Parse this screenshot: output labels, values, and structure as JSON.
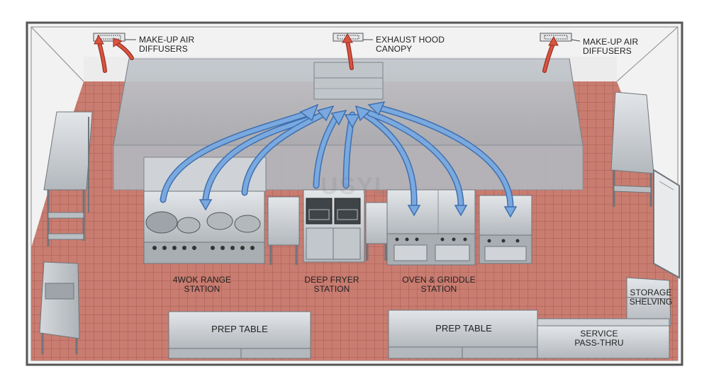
{
  "labels": {
    "makeup_left": "MAKE-UP AIR\nDIFFUSERS",
    "exhaust": "EXHAUST HOOD\nCANOPY",
    "makeup_right": "MAKE-UP AIR\nDIFFUSERS",
    "wok": "4WOK RANGE\nSTATION",
    "fryer": "DEEP FRYER\nSTATION",
    "oven": "OVEN & GRIDDLE\nSTATION",
    "storage": "STORAGE\nSHELVING",
    "prep_left": "PREP TABLE",
    "prep_right": "PREP TABLE",
    "pass_thru": "SERVICE\nPASS-THRU",
    "watermark": "USYL"
  },
  "colors": {
    "floor": "#c97c70",
    "floor_grid": "#a85a4f",
    "hood": "#b9bec4",
    "steel": "#c8ccd0",
    "steel_dark": "#8d9399",
    "exhaust_arrow": "#6d9fd6",
    "supply_arrow": "#c9483a"
  }
}
